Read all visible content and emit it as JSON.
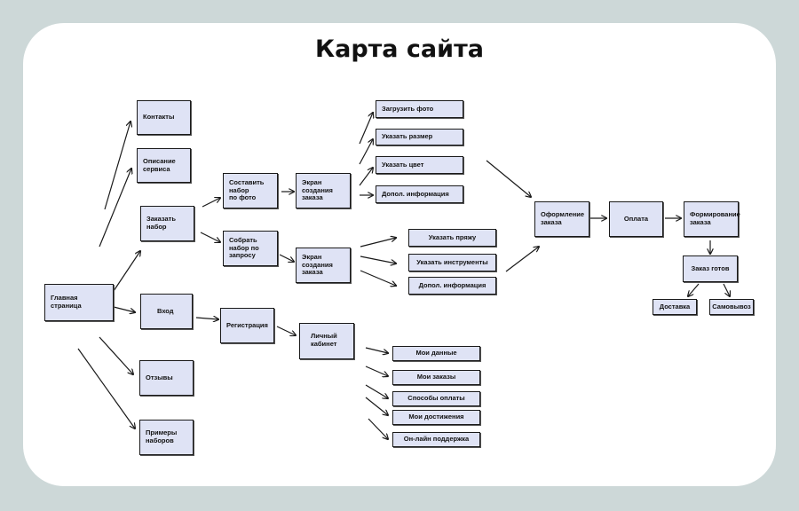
{
  "title": "Карта сайта",
  "nodes": {
    "home": "Главная\nстраница",
    "contacts": "Контакты",
    "service": "Описание\nсервиса",
    "order_kit": "Заказать\nнабор",
    "login": "Вход",
    "reviews": "Отзывы",
    "examples": "Примеры\nнаборов",
    "compose_photo": "Составить\nнабор\nпо фото",
    "compose_request": "Собрать\nнабор по\nзапросу",
    "order_screen_1": "Экран\nсоздания\nзаказа",
    "order_screen_2": "Экран\nсоздания\nзаказа",
    "upload_photo": "Загрузить фото",
    "size": "Указать размер",
    "color": "Указать цвет",
    "extra_info_1": "Допол. информация",
    "yarn": "Указать пряжу",
    "tools": "Указать инструменты",
    "extra_info_2": "Допол. информация",
    "checkout": "Оформление\nзаказа",
    "payment": "Оплата",
    "forming": "Формирование\nзаказа",
    "ready": "Заказ готов",
    "delivery": "Доставка",
    "pickup": "Самовывоз",
    "registration": "Регистрация",
    "cabinet": "Личный\nкабинет",
    "my_data": "Мои данные",
    "my_orders": "Мои заказы",
    "payment_methods": "Способы оплаты",
    "achievements": "Мои достижения",
    "support": "Он-лайн поддержка"
  },
  "colors": {
    "node_fill": "#dfe3f5",
    "outer_frame": "#cdd8d8",
    "line": "#1a1a1a"
  }
}
